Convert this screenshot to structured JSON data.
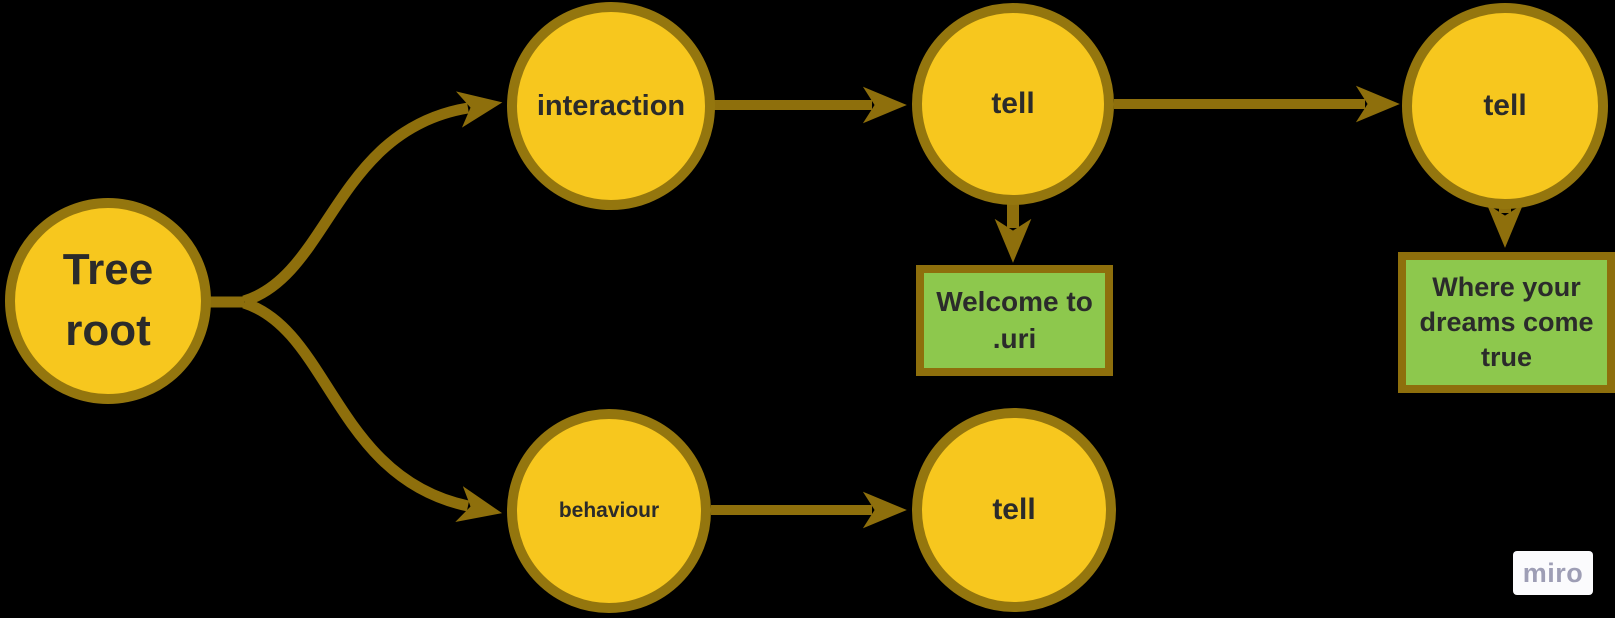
{
  "diagram": {
    "kind": "behaviour-tree",
    "background": "#000000",
    "nodes": {
      "tree_root": {
        "label": "Tree root",
        "shape": "circle"
      },
      "interaction": {
        "label": "interaction",
        "shape": "circle"
      },
      "tell_1": {
        "label": "tell",
        "shape": "circle"
      },
      "tell_2": {
        "label": "tell",
        "shape": "circle"
      },
      "behaviour": {
        "label": "behaviour",
        "shape": "circle"
      },
      "tell_3": {
        "label": "tell",
        "shape": "circle"
      }
    },
    "leaves": {
      "welcome": {
        "label": "Welcome to .uri",
        "shape": "rectangle"
      },
      "dreams": {
        "label": "Where your dreams come true",
        "shape": "rectangle"
      }
    },
    "edges": [
      {
        "from": "tree_root",
        "to": "interaction",
        "style": "curved-arrow"
      },
      {
        "from": "tree_root",
        "to": "behaviour",
        "style": "curved-arrow"
      },
      {
        "from": "interaction",
        "to": "tell_1",
        "style": "straight-arrow"
      },
      {
        "from": "tell_1",
        "to": "tell_2",
        "style": "straight-arrow"
      },
      {
        "from": "tell_1",
        "to": "welcome",
        "style": "straight-arrow"
      },
      {
        "from": "tell_2",
        "to": "dreams",
        "style": "straight-arrow"
      },
      {
        "from": "behaviour",
        "to": "tell_3",
        "style": "straight-arrow"
      }
    ],
    "colors": {
      "node_fill": "#F7C71E",
      "node_border": "#94760E",
      "arrow": "#8E6F0C",
      "leaf_fill": "#8DC84D",
      "leaf_border": "#8E6F0C",
      "label_text": "#2B2B2B",
      "background": "#000000",
      "watermark_bg": "#FBFBFD",
      "watermark_text": "#9E9EB5"
    }
  },
  "watermark": {
    "label": "miro"
  }
}
